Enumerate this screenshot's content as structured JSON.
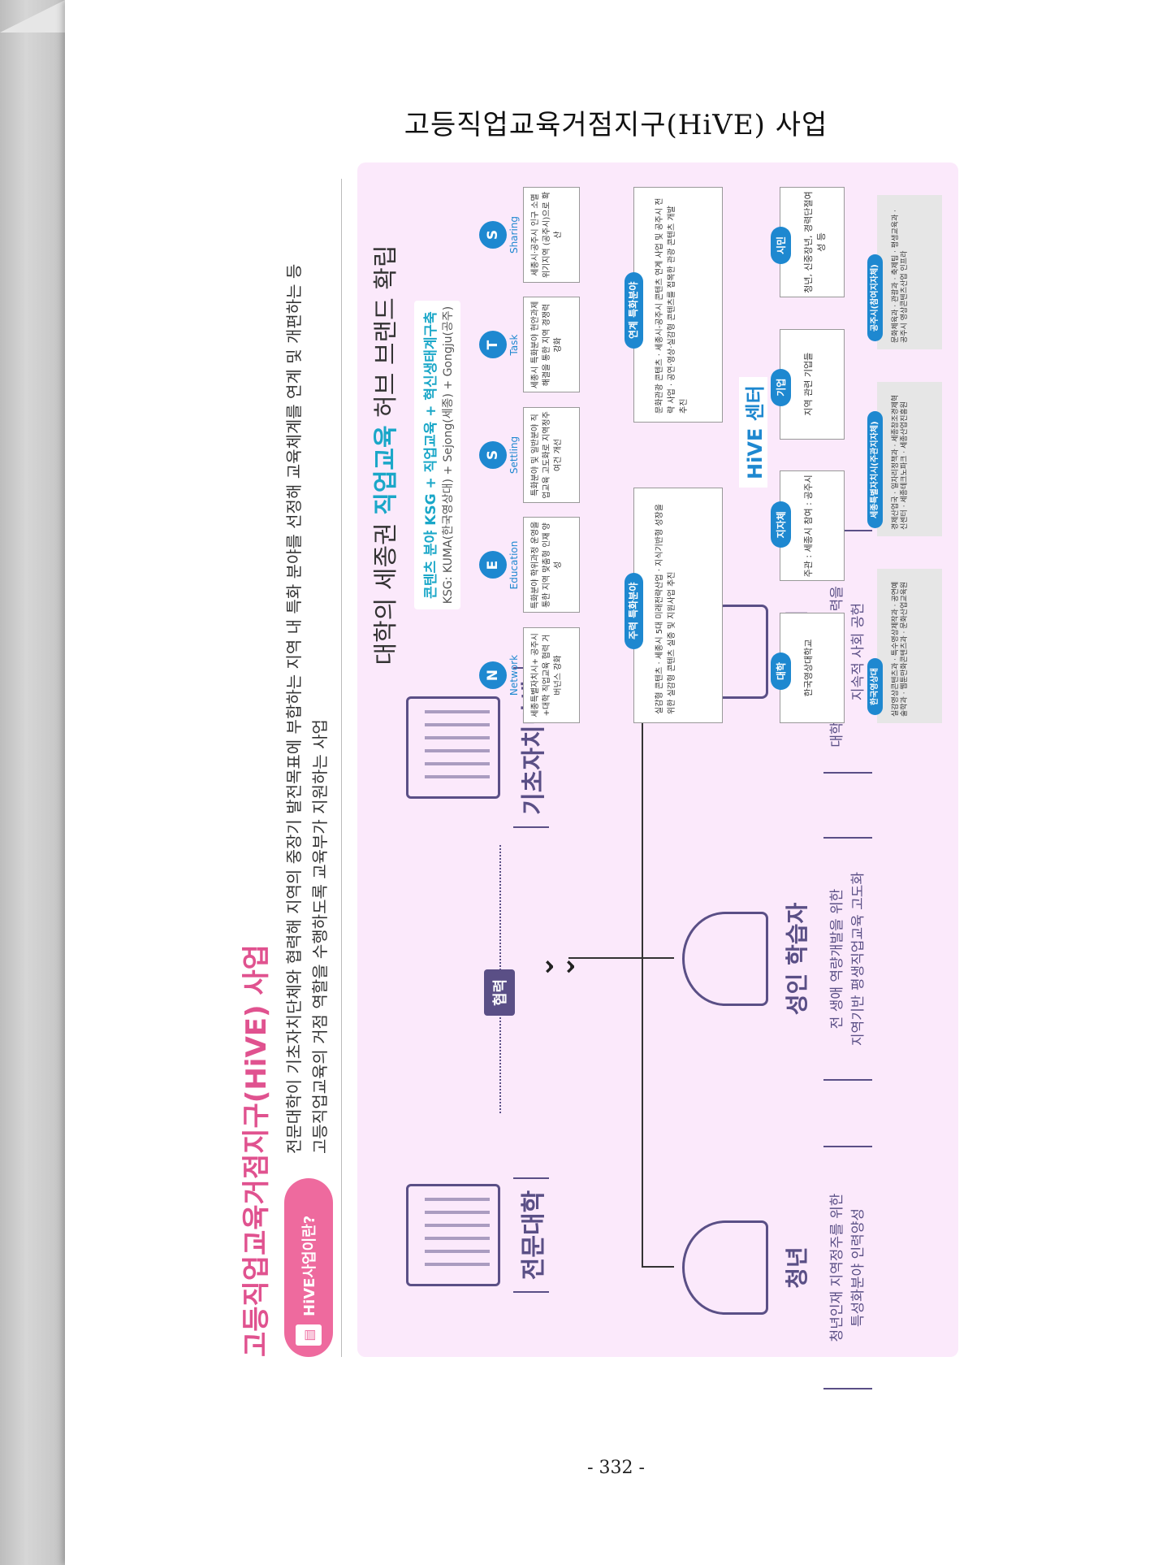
{
  "document": {
    "title": "고등직업교육거점지구(HiVE) 사업",
    "page_number": "- 332 -"
  },
  "section": {
    "title": "고등직업교육거점지구(HiVE) 사업",
    "pill_label": "HiVE사업이란?",
    "intro_line1": "전문대학이 기초자치단체와 협력해 지역의 중장기 발전목표에 부합하는 지역 내 특화 분야를 선정해 교육체계를 연계 및 개편하는 등",
    "intro_line2": "고등직업교육의 거점 역할을 수행하도록 교육부가 지원하는 사업"
  },
  "left_diagram": {
    "org_left": "전문대학",
    "org_right": "기초자치단체",
    "cooperation": "협력",
    "groups": [
      {
        "title": "청년",
        "desc1": "청년인재 지역정주를 위한",
        "desc2": "특성화분야 인력양성"
      },
      {
        "title": "성인 학습자",
        "desc1": "전 생애 역량개발을 위한",
        "desc2": "지역기반 평생직업교육 고도화"
      },
      {
        "title": "지역사회",
        "desc1": "대학과 기초자치단체 협력을 통한",
        "desc2": "지속적 사회 공헌"
      }
    ]
  },
  "right_diagram": {
    "title_prefix": "대학의 세종권 ",
    "title_highlight": "직업교육",
    "title_suffix": " 허브 브랜드 확립",
    "brand_line1": "콘텐츠 분야 KSG + 직업교육 + 혁신생태계구축",
    "brand_line2": "KSG: KUMA(한국영상대) + Sejong(세종) + Gongju(공주)",
    "nests": [
      {
        "letter": "N",
        "name": "Network",
        "text": "세종특별자치시+ 공주시+대학 직업교육 협력 거버넌스 강화"
      },
      {
        "letter": "E",
        "name": "Education",
        "text": "특화분야 학위과정 운영을 통한 지역 맞춤형 인재 양성"
      },
      {
        "letter": "S",
        "name": "Settling",
        "text": "특화분야 및 일반분야 직업교육 고도화로 지역정주여건 개선"
      },
      {
        "letter": "T",
        "name": "Task",
        "text": "세종시 특화분야 현안과제 해결을 통한 지역 경쟁력 강화"
      },
      {
        "letter": "S",
        "name": "Sharing",
        "text": "세종시·공주시 인구 소멸 위기지역 (공주시)으로 확산"
      }
    ],
    "field_main": {
      "label": "주력 특화분야",
      "text": "실감형 콘텐츠 · 세종시 5대 미래전략산업 · 지식기반형 성장을 위한 실감형 콘텐츠 실증 및 지원사업 추진"
    },
    "field_link": {
      "label": "연계 특화분야",
      "text": "문화관광 콘텐츠 · 세종시-공주시 콘텐츠 연계 사업 및 공주시 전략 사업 · 공연·영상·실감형 콘텐츠를 접목한 관광 콘텐츠 개발 추진"
    },
    "hive_center": "HiVE 센터",
    "members": [
      {
        "label": "대학",
        "text": "한국영상대학교"
      },
      {
        "label": "지자체",
        "text": "주관 : 세종시 참여 : 공주시"
      },
      {
        "label": "기업",
        "text": "지역 관련 기업들"
      },
      {
        "label": "시민",
        "text": "청년, 신중장년, 경력단절여성 등"
      }
    ],
    "details": [
      {
        "label": "한국영상대",
        "text": "실감영상콘텐츠과 · 특수영상제작과 · 공연예술학과 · 웹툰만화콘텐츠과 · 문화산업교육원"
      },
      {
        "label": "세종특별자치시(주관지자체)",
        "text": "경제산업국 · 일자리정책과 · 세종창조경제혁신센터 · 세종테크노파크 · 세종산업진흥원"
      },
      {
        "label": "공주시(참여지자체)",
        "text": "문화체육과 · 관광과 · 축제팀 · 평생교육과 · 공주시 영상콘텐츠산업 인프라"
      }
    ]
  }
}
